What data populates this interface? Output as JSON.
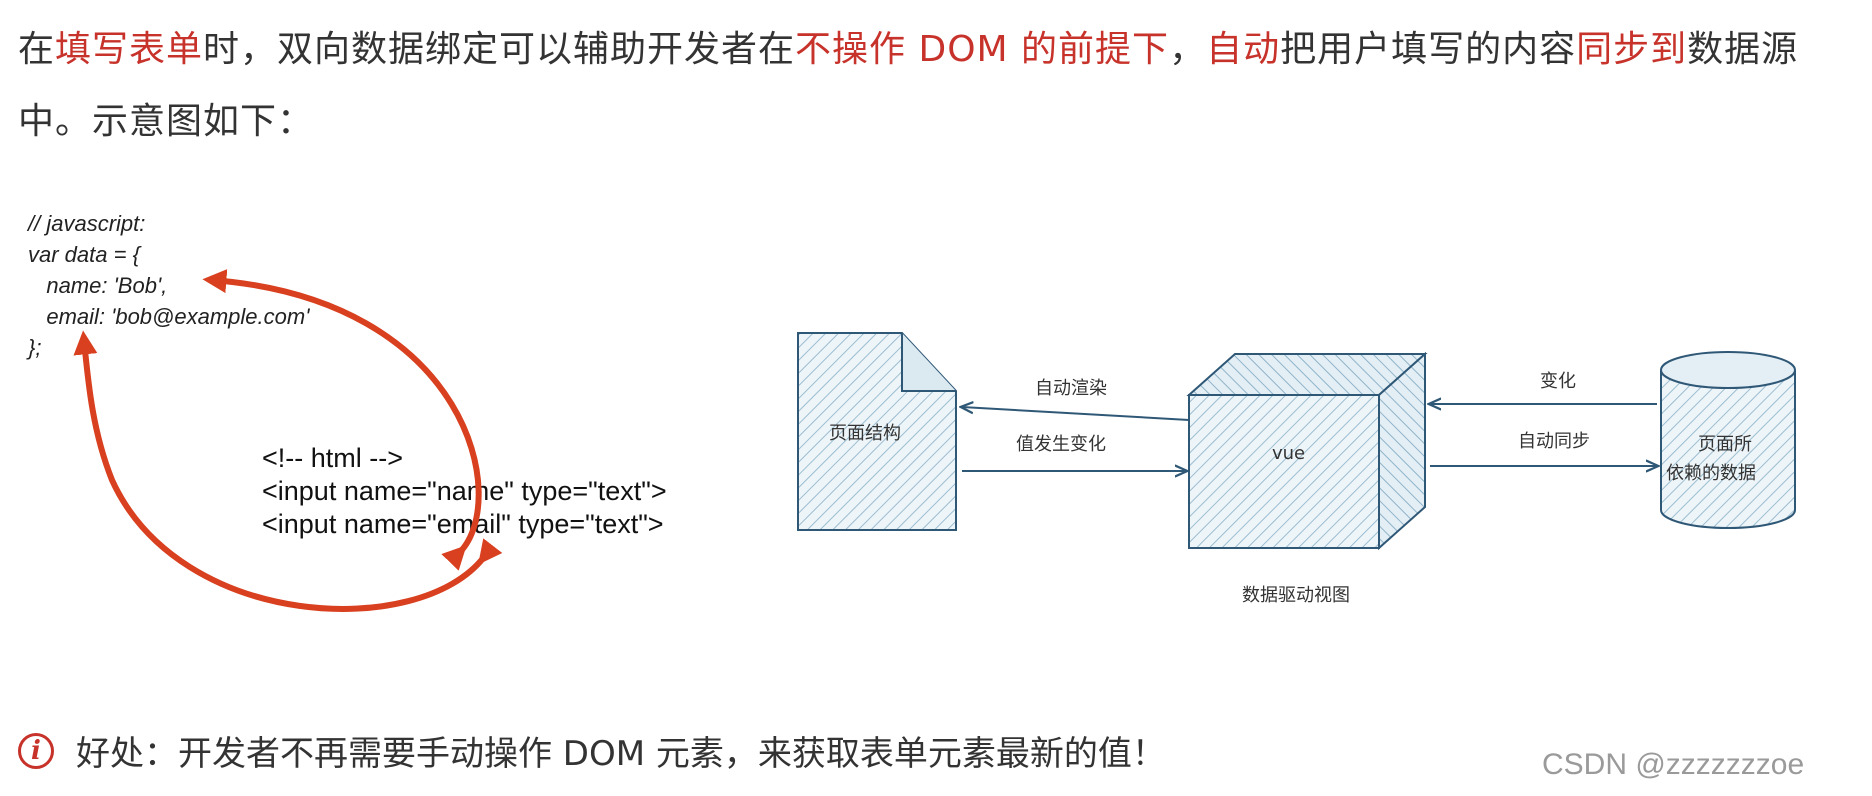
{
  "intro": {
    "segments": [
      {
        "text": "在",
        "highlight": false
      },
      {
        "text": "填写表单",
        "highlight": true
      },
      {
        "text": "时，双向数据绑定可以辅助开发者在",
        "highlight": false
      },
      {
        "text": "不操作 DOM 的前提下",
        "highlight": true
      },
      {
        "text": "，",
        "highlight": false
      },
      {
        "text": "自动",
        "highlight": true
      },
      {
        "text": "把用户填写的内容",
        "highlight": false
      },
      {
        "text": "同步到",
        "highlight": true
      },
      {
        "text": "数据源中。示意图如下：",
        "highlight": false
      }
    ]
  },
  "code": {
    "javascript": "// javascript:\nvar data = {\n   name: 'Bob',\n   email: 'bob@example.com'\n};",
    "html": "<!-- html -->\n<input name=\"name\" type=\"text\">\n<input name=\"email\" type=\"text\">"
  },
  "diagram": {
    "page_structure": "页面结构",
    "vue": "vue",
    "data_source_line1": "页面所",
    "data_source_line2": "依赖的数据",
    "arrow_auto_render": "自动渲染",
    "arrow_value_change": "值发生变化",
    "arrow_change": "变化",
    "arrow_auto_sync": "自动同步",
    "caption": "数据驱动视图"
  },
  "benefit": {
    "icon": "info-icon",
    "text": "好处：开发者不再需要手动操作 DOM 元素，来获取表单元素最新的值！"
  },
  "watermark": "CSDN @zzzzzzzoe",
  "colors": {
    "highlight": "#c7322a",
    "arrow_red": "#d8401f",
    "diagram_stroke": "#2f5877",
    "diagram_hatch": "#8fb3c9",
    "diagram_fill": "#eef5f9"
  }
}
